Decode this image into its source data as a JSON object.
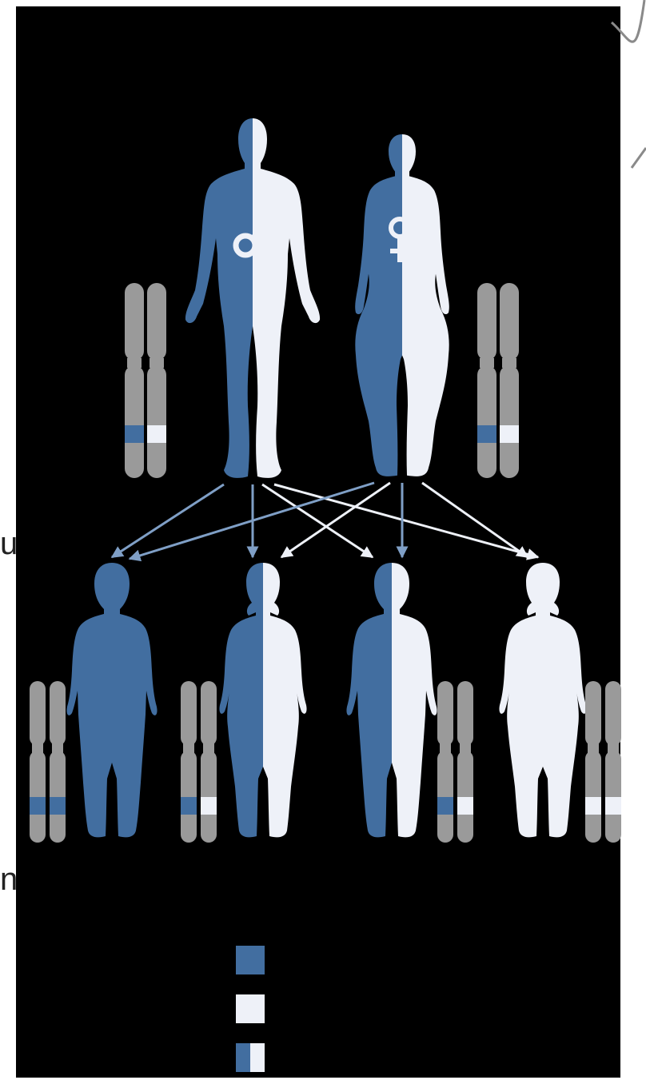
{
  "colors": {
    "affected": "#426ea0",
    "unaffected": "#eef1f8",
    "chromosome": "#9a9a9a",
    "background": "#000000",
    "arrow_from_affected": "#7f9fc6",
    "arrow_from_unaffected": "#eef1f8"
  },
  "edge_text": {
    "u": "u",
    "n": "n"
  },
  "parents": [
    {
      "id": "father",
      "sex_symbol": "♂",
      "icon": "male-sex-symbol",
      "status": "carrier",
      "alleles": [
        "affected",
        "unaffected"
      ]
    },
    {
      "id": "mother",
      "sex_symbol": "♀",
      "icon": "female-sex-symbol",
      "status": "carrier",
      "alleles": [
        "affected",
        "unaffected"
      ]
    }
  ],
  "children": [
    {
      "status": "affected",
      "alleles": [
        "affected",
        "affected"
      ]
    },
    {
      "status": "carrier",
      "alleles": [
        "affected",
        "unaffected"
      ]
    },
    {
      "status": "carrier",
      "alleles": [
        "affected",
        "unaffected"
      ]
    },
    {
      "status": "unaffected",
      "alleles": [
        "unaffected",
        "unaffected"
      ]
    }
  ],
  "legend": [
    {
      "icon": "affected-swatch",
      "fill": "affected"
    },
    {
      "icon": "unaffected-swatch",
      "fill": "unaffected"
    },
    {
      "icon": "carrier-swatch",
      "fill": "carrier"
    }
  ]
}
